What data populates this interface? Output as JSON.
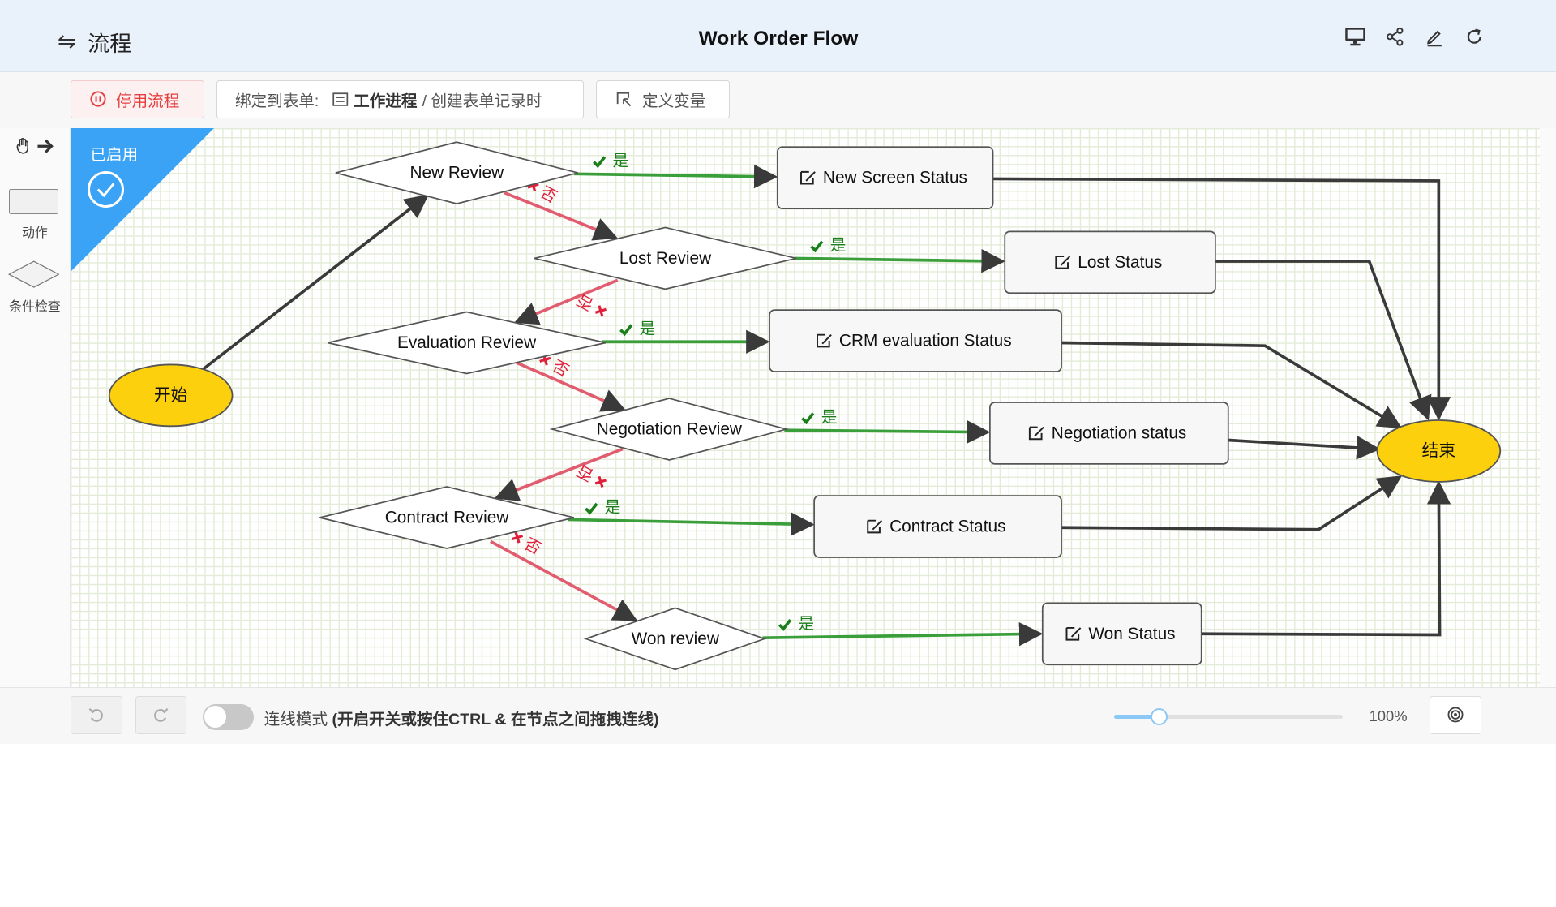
{
  "header": {
    "back_label": "流程",
    "title": "Work Order Flow",
    "icons": [
      "desktop-icon",
      "share-icon",
      "edit-icon",
      "refresh-icon"
    ]
  },
  "toolbar": {
    "disable_label": "停用流程",
    "bind_prefix": "绑定到表单:",
    "bind_form": "工作进程",
    "bind_trigger": "/ 创建表单记录时",
    "variables_label": "定义变量"
  },
  "palette": {
    "action_label": "动作",
    "condition_label": "条件检查"
  },
  "status": {
    "label": "已启用",
    "color": "#3ba3f5"
  },
  "flow": {
    "start_label": "开始",
    "end_label": "结束",
    "yes_label": "是",
    "no_label": "否",
    "decisions": [
      {
        "id": "d1",
        "label": "New Review"
      },
      {
        "id": "d2",
        "label": "Lost Review"
      },
      {
        "id": "d3",
        "label": "Evaluation Review"
      },
      {
        "id": "d4",
        "label": "Negotiation Review"
      },
      {
        "id": "d5",
        "label": "Contract Review"
      },
      {
        "id": "d6",
        "label": "Won review"
      }
    ],
    "actions": [
      {
        "id": "a1",
        "label": "New Screen Status"
      },
      {
        "id": "a2",
        "label": "Lost Status"
      },
      {
        "id": "a3",
        "label": "CRM evaluation Status"
      },
      {
        "id": "a4",
        "label": "Negotiation status"
      },
      {
        "id": "a5",
        "label": "Contract Status"
      },
      {
        "id": "a6",
        "label": "Won Status"
      }
    ],
    "colors": {
      "yes": "#3a9e3a",
      "no": "#e05c6e",
      "terminal": "#fdd00e",
      "edge": "#3a3a3a"
    }
  },
  "footer": {
    "mode_label": "连线模式",
    "mode_hint": "(开启开关或按住CTRL & 在节点之间拖拽连线)",
    "zoom_text": "100%",
    "zoom_level": 0.2
  }
}
